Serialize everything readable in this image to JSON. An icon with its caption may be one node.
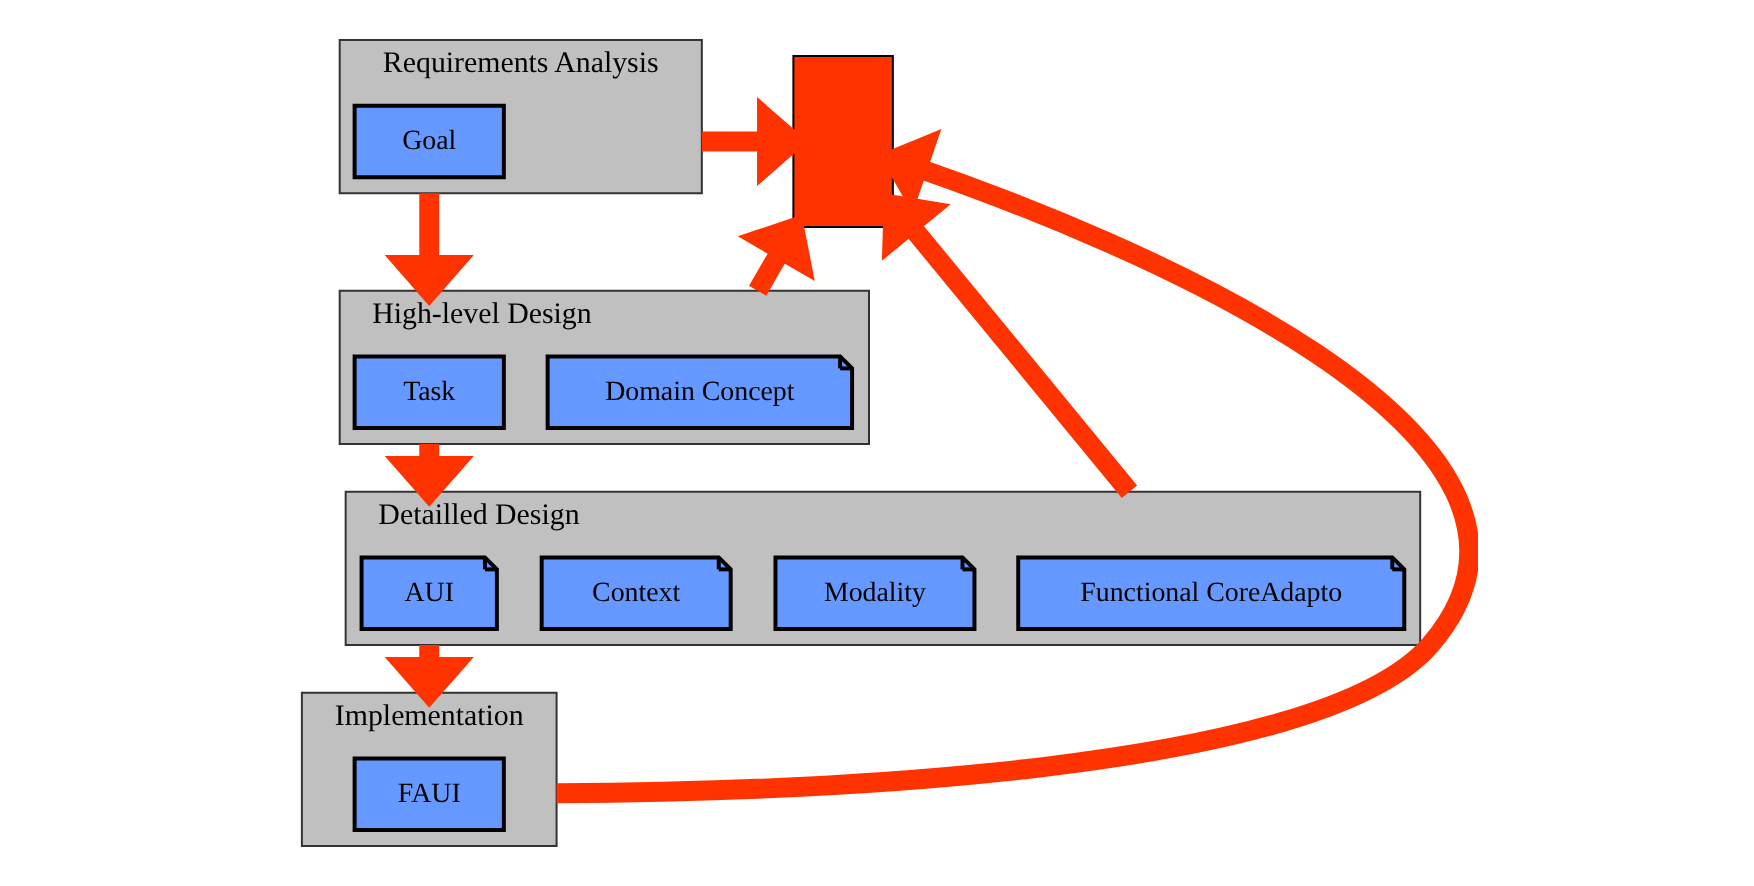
{
  "diagram": {
    "nodes": [
      {
        "text": [
          "Requirements Analysis"
        ]
      },
      {
        "text": [
          "Goal"
        ],
        "in": 0
      },
      {
        "text": [
          "High-level Design"
        ]
      },
      {
        "text": [
          "Task"
        ],
        "in": 2
      },
      {
        "text": [
          "Domain Concept"
        ],
        "in": 2
      },
      {
        "text": [
          "Detailled Design"
        ]
      },
      {
        "text": [
          "AUI"
        ],
        "in": 5
      },
      {
        "text": [
          "Context"
        ],
        "in": 5
      },
      {
        "text": [
          "Modality"
        ],
        "in": 5
      },
      {
        "text": [
          "Functional CoreAdapto"
        ],
        "in": 5
      },
      {
        "text": [
          "Implementation"
        ]
      },
      {
        "text": [
          "FAUI"
        ],
        "in": 10
      },
      {
        "text": [],
        "shape": "arrow"
      }
    ],
    "edges": [
      {
        "from": 0,
        "to": 2,
        "arrow": "to"
      },
      {
        "from": 2,
        "to": 5,
        "arrow": "to"
      },
      {
        "from": 5,
        "to": 10,
        "arrow": "to"
      },
      {
        "from": 0,
        "to": 12,
        "arrow": "to"
      },
      {
        "from": 2,
        "to": 12,
        "arrow": "to"
      },
      {
        "from": 5,
        "to": 12,
        "arrow": "to"
      },
      {
        "from": 10,
        "to": 12,
        "arrow": "to"
      }
    ]
  }
}
